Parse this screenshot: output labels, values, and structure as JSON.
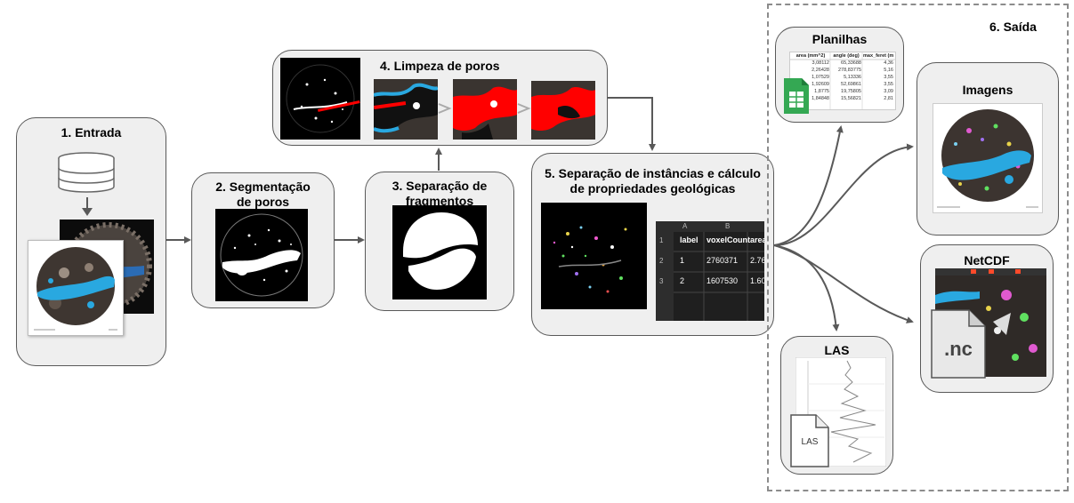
{
  "steps": {
    "entrada": "1. Entrada",
    "segmentacao_1": "2. Segmentação",
    "segmentacao_2": "de poros",
    "separacao_1": "3. Separação de",
    "separacao_2": "fragmentos",
    "limpeza": "4. Limpeza de poros",
    "instancias_1": "5. Separação de instâncias e cálculo",
    "instancias_2": "de propriedades geológicas",
    "saida": "6. Saída"
  },
  "outputs": {
    "planilhas": "Planilhas",
    "imagens": "Imagens",
    "netcdf": "NetCDF",
    "netcdf_ext": ".nc",
    "las": "LAS",
    "las_file": "LAS"
  },
  "planilhas_table": {
    "headers": [
      "area (mm^2)",
      "angle (deg)",
      "max_feret (m"
    ],
    "rows": [
      [
        "3,08112",
        "65,33688",
        "4,36"
      ],
      [
        "2,26428",
        "278,83775",
        "5,16"
      ],
      [
        "1,07529",
        "5,13336",
        "3,55"
      ],
      [
        "1,92609",
        "52,69861",
        "3,55"
      ],
      [
        "1,8775",
        "19,75805",
        "3,09"
      ],
      [
        "1,84848",
        "15,56821",
        "2,81"
      ]
    ]
  },
  "instances_table": {
    "col_letters": [
      "A",
      "B"
    ],
    "row_numbers": [
      "1",
      "2",
      "3"
    ],
    "headers": [
      "label",
      "voxelCount",
      "area"
    ],
    "rows": [
      [
        "1",
        "2760371",
        "2.76"
      ],
      [
        "2",
        "1607530",
        "1.60"
      ]
    ]
  },
  "colors": {
    "box_fill": "#efefef",
    "box_border": "#595959",
    "arrow": "#595959",
    "pore_blue": "#29a8e0",
    "pore_red": "#ff0000",
    "sheet_green": "#34a853"
  }
}
